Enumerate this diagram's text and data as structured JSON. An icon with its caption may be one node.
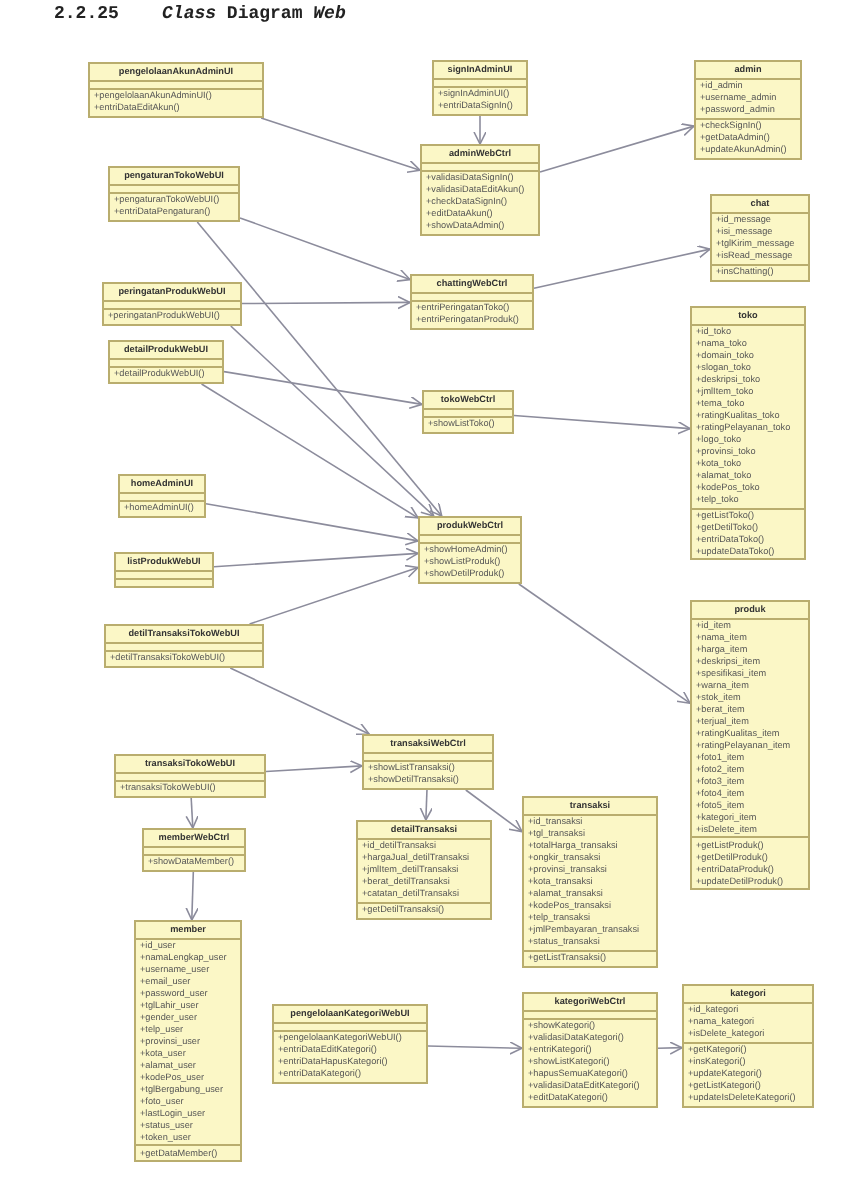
{
  "diagram": {
    "title": "2.2.25    *Class* Diagram *Web*",
    "nodes": [
      {
        "text": [
          "pengelolaanAkunAdminUI",
          "+pengelolaanAkunAdminUI()",
          "+entriDataEditAkun()"
        ]
      },
      {
        "text": [
          "signInAdminUI",
          "+signInAdminUI()",
          "+entriDataSignIn()"
        ]
      },
      {
        "text": [
          "adminWebCtrl",
          "+validasiDataSignIn()",
          "+validasiDataEditAkun()",
          "+checkDataSignIn()",
          "+editDataAkun()",
          "+showDataAdmin()"
        ]
      },
      {
        "text": [
          "admin",
          "+id_admin",
          "+username_admin",
          "+password_admin",
          "+checkSignIn()",
          "+getDataAdmin()",
          "+updateAkunAdmin()"
        ]
      },
      {
        "text": [
          "pengaturanTokoWebUI",
          "+pengaturanTokoWebUI()",
          "+entriDataPengaturan()"
        ]
      },
      {
        "text": [
          "chattingWebCtrl",
          "+entriPeringatanToko()",
          "+entriPeringatanProduk()"
        ]
      },
      {
        "text": [
          "chat",
          "+id_message",
          "+isi_message",
          "+tglKirim_message",
          "+isRead_message",
          "+insChatting()"
        ]
      },
      {
        "text": [
          "peringatanProdukWebUI",
          "+peringatanProdukWebUI()"
        ]
      },
      {
        "text": [
          "toko",
          "+id_toko",
          "+nama_toko",
          "+domain_toko",
          "+slogan_toko",
          "+deskripsi_toko",
          "+jmlItem_toko",
          "+tema_toko",
          "+ratingKualitas_toko",
          "+ratingPelayanan_toko",
          "+logo_toko",
          "+provinsi_toko",
          "+kota_toko",
          "+alamat_toko",
          "+kodePos_toko",
          "+telp_toko",
          "+getListToko()",
          "+getDetilToko()",
          "+entriDataToko()",
          "+updateDataToko()"
        ]
      },
      {
        "text": [
          "detailProdukWebUI",
          "+detailProdukWebUI()"
        ]
      },
      {
        "text": [
          "tokoWebCtrl",
          "+showListToko()"
        ]
      },
      {
        "text": [
          "homeAdminUI",
          "+homeAdminUI()"
        ]
      },
      {
        "text": [
          "listProdukWebUI"
        ]
      },
      {
        "text": [
          "produkWebCtrl",
          "+showHomeAdmin()",
          "+showListProduk()",
          "+showDetilProduk()"
        ]
      },
      {
        "text": [
          "produk",
          "+id_item",
          "+nama_item",
          "+harga_item",
          "+deskripsi_item",
          "+spesifikasi_item",
          "+warna_item",
          "+stok_item",
          "+berat_item",
          "+terjual_item",
          "+ratingKualitas_item",
          "+ratingPelayanan_item",
          "+foto1_item",
          "+foto2_item",
          "+foto3_item",
          "+foto4_item",
          "+foto5_item",
          "+kategori_item",
          "+isDelete_item",
          "+getListProduk()",
          "+getDetilProduk()",
          "+entriDataProduk()",
          "+updateDetilProduk()"
        ]
      },
      {
        "text": [
          "detilTransaksiTokoWebUI",
          "+detilTransaksiTokoWebUI()"
        ]
      },
      {
        "text": [
          "transaksiWebCtrl",
          "+showListTransaksi()",
          "+showDetilTransaksi()"
        ]
      },
      {
        "text": [
          "transaksiTokoWebUI",
          "+transaksiTokoWebUI()"
        ]
      },
      {
        "text": [
          "memberWebCtrl",
          "+showDataMember()"
        ]
      },
      {
        "text": [
          "detailTransaksi",
          "+id_detilTransaksi",
          "+hargaJual_detilTransaksi",
          "+jmlItem_detilTransaksi",
          "+berat_detilTransaksi",
          "+catatan_detilTransaksi",
          "+getDetilTransaksi()"
        ]
      },
      {
        "text": [
          "transaksi",
          "+id_transaksi",
          "+tgl_transaksi",
          "+totalHarga_transaksi",
          "+ongkir_transaksi",
          "+provinsi_transaksi",
          "+kota_transaksi",
          "+alamat_transaksi",
          "+kodePos_transaksi",
          "+telp_transaksi",
          "+jmlPembayaran_transaksi",
          "+status_transaksi",
          "+getListTransaksi()"
        ]
      },
      {
        "text": [
          "member",
          "+id_user",
          "+namaLengkap_user",
          "+username_user",
          "+email_user",
          "+password_user",
          "+tglLahir_user",
          "+gender_user",
          "+telp_user",
          "+provinsi_user",
          "+kota_user",
          "+alamat_user",
          "+kodePos_user",
          "+tglBergabung_user",
          "+foto_user",
          "+lastLogin_user",
          "+status_user",
          "+token_user",
          "+getDataMember()"
        ]
      },
      {
        "text": [
          "pengelolaanKategoriWebUI",
          "+pengelolaanKategoriWebUI()",
          "+entriDataEditKategori()",
          "+entriDataHapusKategori()",
          "+entriDataKategori()"
        ]
      },
      {
        "text": [
          "kategoriWebCtrl",
          "+showKategori()",
          "+validasiDataKategori()",
          "+entriKategori()",
          "+showListKategori()",
          "+hapusSemuaKategori()",
          "+validasiDataEditKategori()",
          "+editDataKategori()"
        ]
      },
      {
        "text": [
          "kategori",
          "+id_kategori",
          "+nama_kategori",
          "+isDelete_kategori",
          "+getKategori()",
          "+insKategori()",
          "+updateKategori()",
          "+getListKategori()",
          "+updateIsDeleteKategori()"
        ]
      }
    ],
    "edges": [
      {
        "from": 0,
        "to": 2,
        "arrow": "to"
      },
      {
        "from": 1,
        "to": 2,
        "arrow": "to"
      },
      {
        "from": 2,
        "to": 3,
        "arrow": "to"
      },
      {
        "from": 4,
        "to": 5,
        "arrow": "to"
      },
      {
        "from": 4,
        "to": 13,
        "arrow": "to"
      },
      {
        "from": 5,
        "to": 6,
        "arrow": "to"
      },
      {
        "from": 7,
        "to": 5,
        "arrow": "to"
      },
      {
        "from": 7,
        "to": 13,
        "arrow": "to"
      },
      {
        "from": 9,
        "to": 10,
        "arrow": "to"
      },
      {
        "from": 9,
        "to": 13,
        "arrow": "to"
      },
      {
        "from": 10,
        "to": 8,
        "arrow": "to"
      },
      {
        "from": 11,
        "to": 13,
        "arrow": "to"
      },
      {
        "from": 12,
        "to": 13,
        "arrow": "to"
      },
      {
        "from": 15,
        "to": 13,
        "arrow": "to"
      },
      {
        "from": 15,
        "to": 16,
        "arrow": "to"
      },
      {
        "from": 13,
        "to": 14,
        "arrow": "to"
      },
      {
        "from": 17,
        "to": 16,
        "arrow": "to"
      },
      {
        "from": 17,
        "to": 18,
        "arrow": "to"
      },
      {
        "from": 18,
        "to": 21,
        "arrow": "to"
      },
      {
        "from": 16,
        "to": 19,
        "arrow": "to"
      },
      {
        "from": 16,
        "to": 20,
        "arrow": "to"
      },
      {
        "from": 22,
        "to": 23,
        "arrow": "to"
      },
      {
        "from": 23,
        "to": 24,
        "arrow": "to"
      }
    ]
  }
}
